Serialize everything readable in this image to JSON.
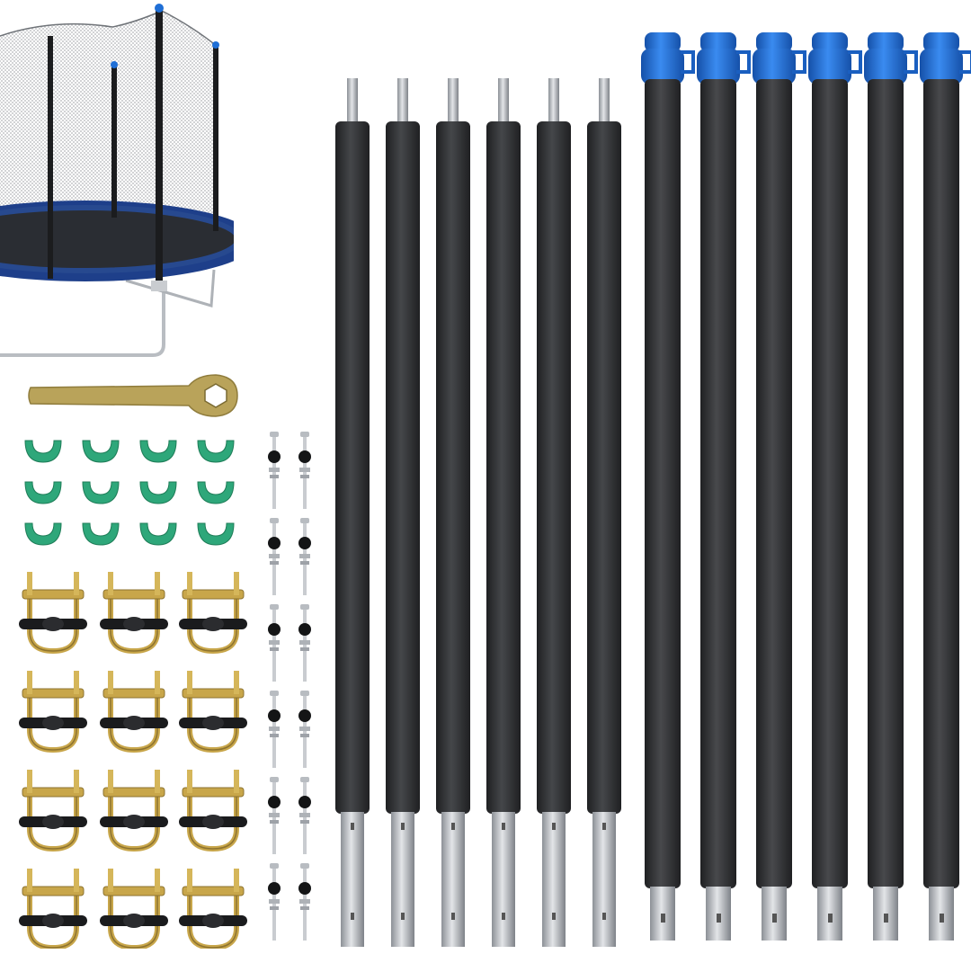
{
  "product_photo": {
    "background": "#ffffff",
    "colors": {
      "foam": "#2e2f31",
      "foam_light": "#45474a",
      "steel": "#c9ccd0",
      "steel_dark": "#8c9096",
      "cap_blue": "#1f6fd6",
      "cap_blue_dark": "#1550a8",
      "mat_blue": "#1e3f8a",
      "net": "#8a8d92",
      "clip_green": "#2ea77a",
      "wrench_gold": "#b9a35a",
      "brass": "#c8a64a"
    },
    "parts": {
      "trampoline_preview": {
        "icon": "trampoline-icon"
      },
      "wrench": {
        "icon": "wrench-icon",
        "count": 1
      },
      "c_clips": {
        "icon": "clip-icon",
        "count": 12
      },
      "u_bolt_brackets": {
        "icon": "u-bolt-icon",
        "count": 12
      },
      "screws": {
        "icon": "screw-icon",
        "count": 12
      },
      "lower_poles": {
        "icon": "pole-icon",
        "count": 6
      },
      "upper_poles_with_caps": {
        "icon": "capped-pole-icon",
        "count": 6
      }
    }
  }
}
